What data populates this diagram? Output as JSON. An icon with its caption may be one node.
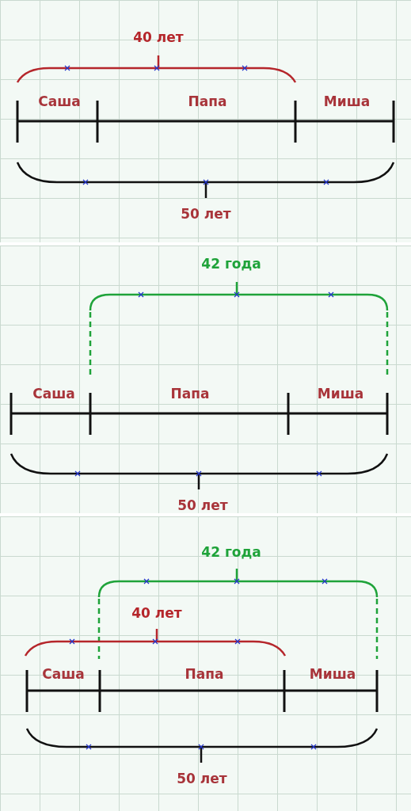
{
  "diagram": {
    "labels": [
      "40 лет",
      "Саша",
      "Папа",
      "Миша",
      "50 лет",
      "42 года",
      "Саша",
      "Папа",
      "Миша",
      "50 лет",
      "42 года",
      "40 лет",
      "Саша",
      "Папа",
      "Миша",
      "50 лет"
    ]
  }
}
